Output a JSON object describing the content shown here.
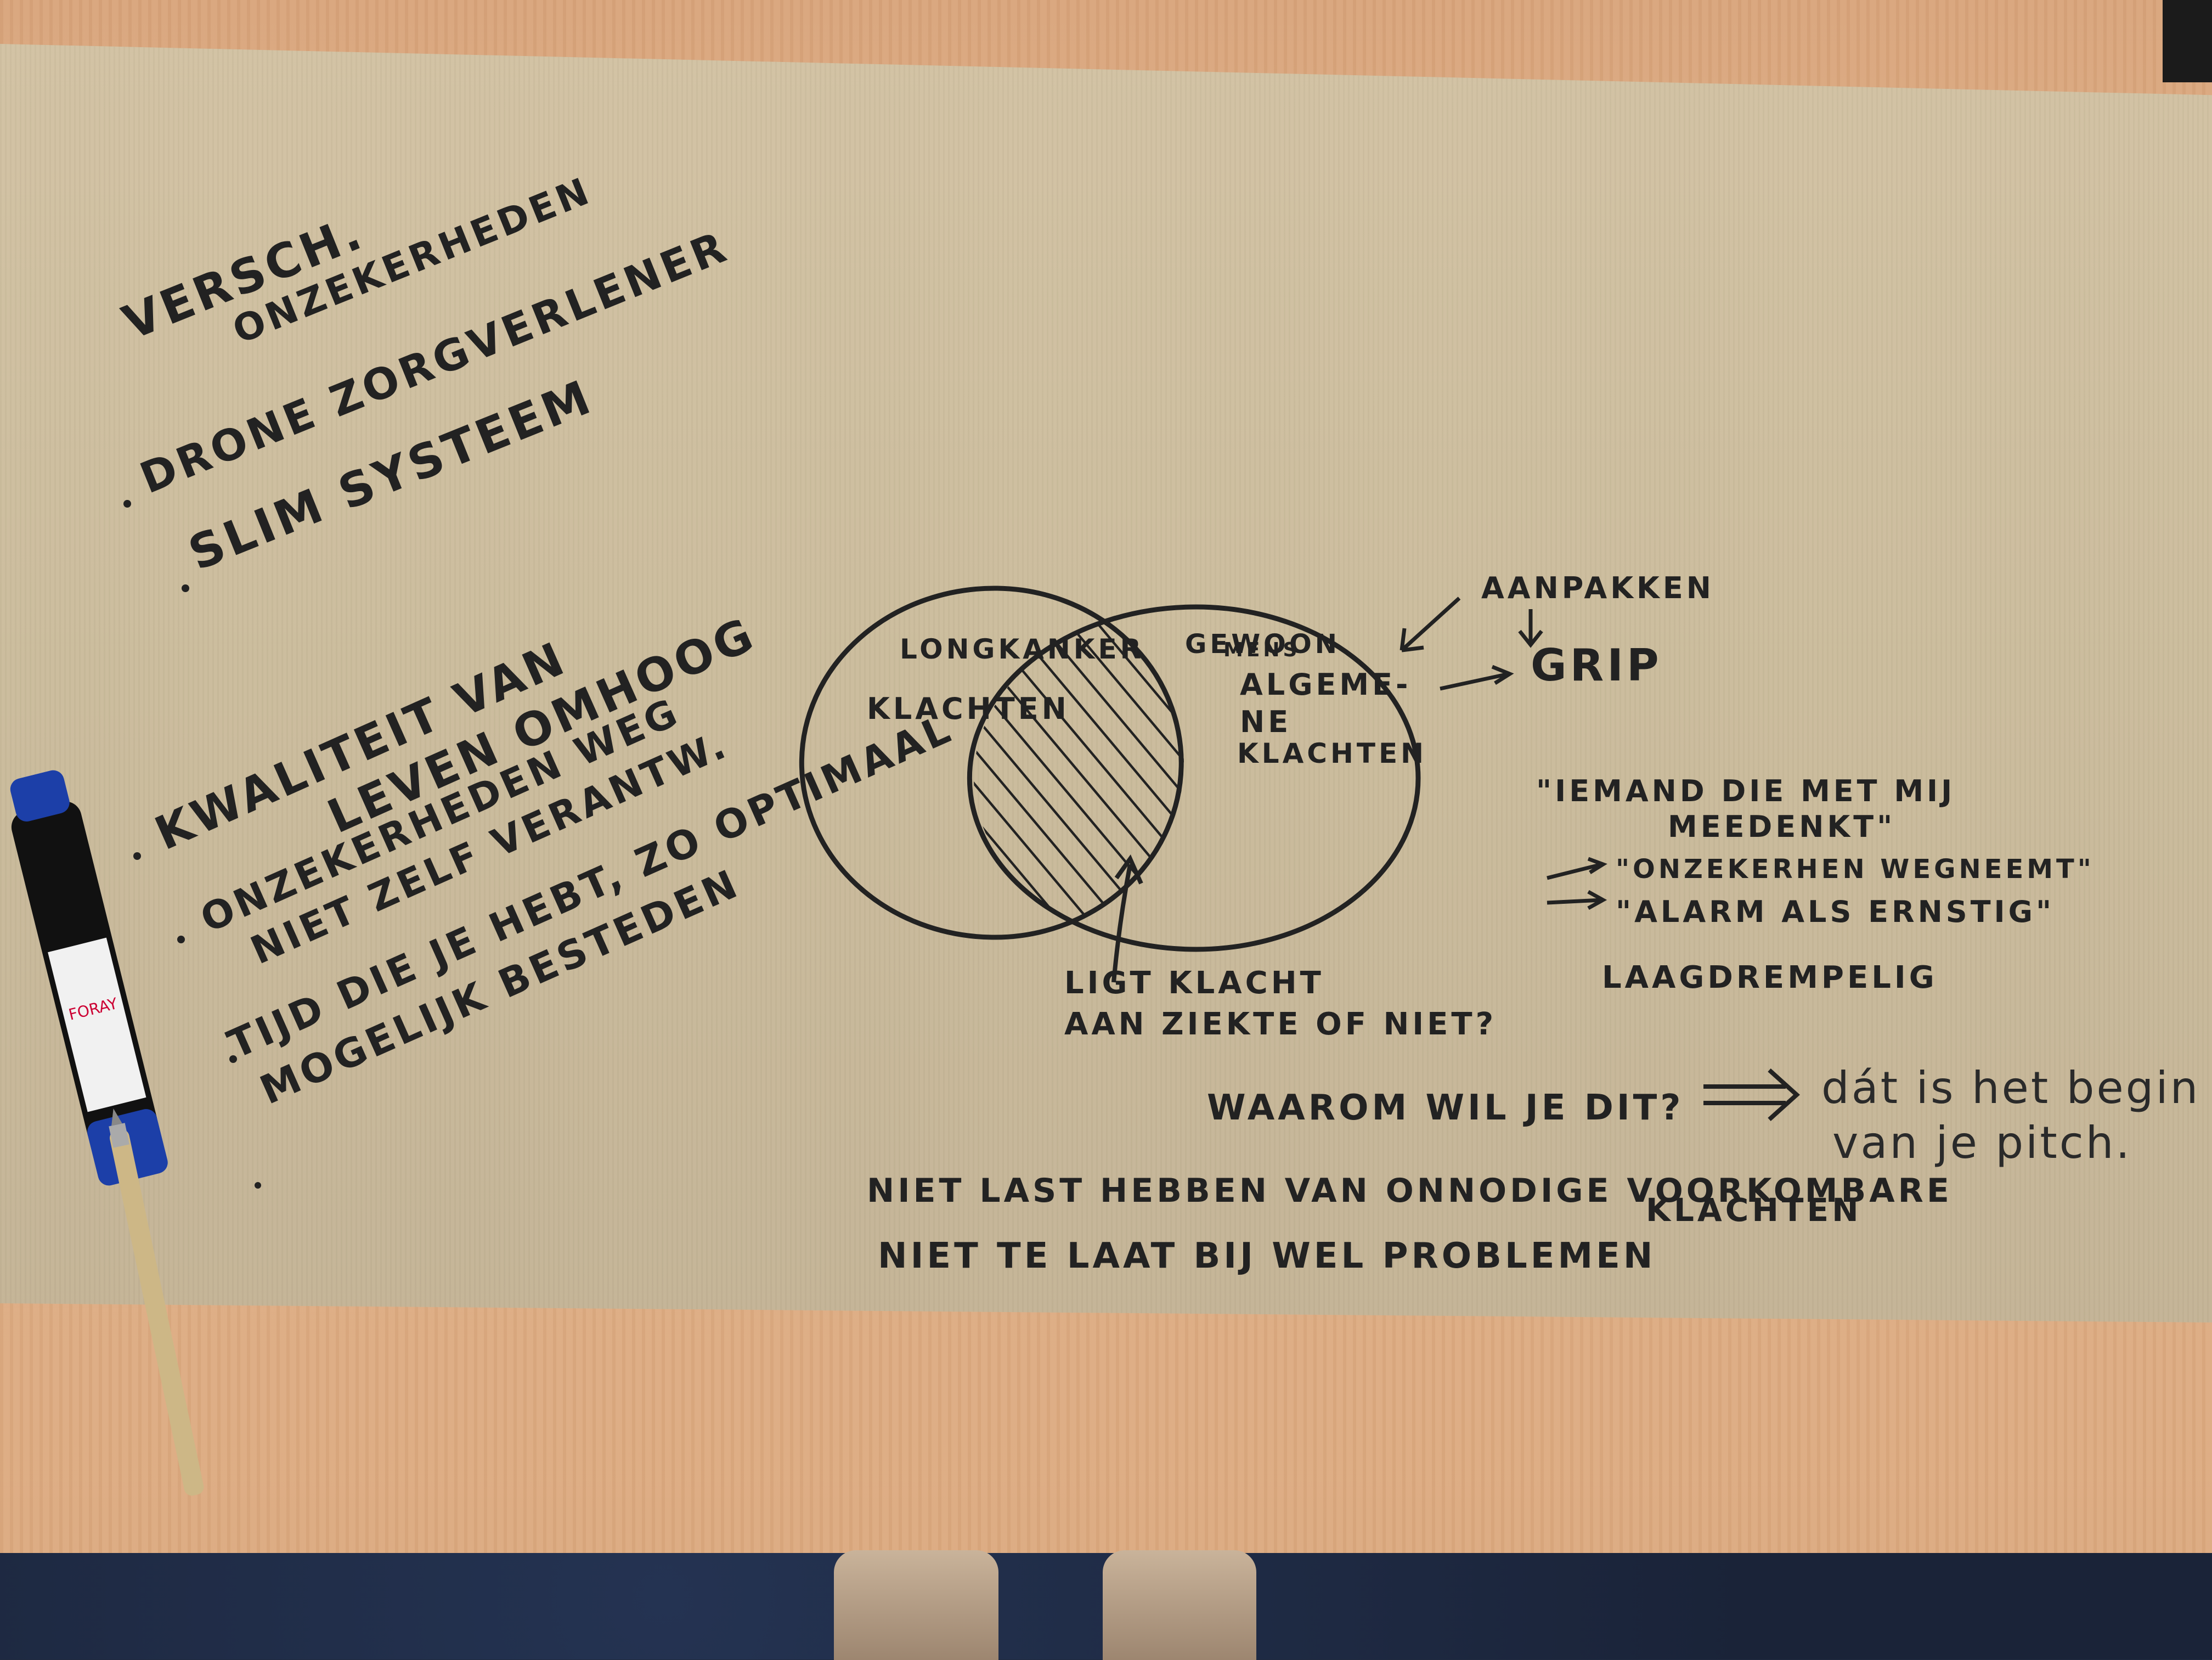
{
  "notes_left": {
    "title_line1": "VERSCH.",
    "title_line2": "ONZEKERHEDEN",
    "bullets_top": [
      "DRONE ZORGVERLENER",
      "SLIM SYSTEEM"
    ],
    "bullet_1_line1": "KWALITEIT VAN",
    "bullet_1_line2": "LEVEN OMHOOG",
    "bullet_2_line1": "ONZEKERHEDEN WEG",
    "bullet_2_line2": "NIET ZELF VERANTW.",
    "bullet_3_line1": "TIJD DIE JE HEBT, ZO OPTIMAAL",
    "bullet_3_line2": "MOGELIJK BESTEDEN"
  },
  "venn": {
    "left_label_1": "LONGKANKER",
    "left_label_2": "KLACHTEN",
    "right_label_1": "GEWOON",
    "right_label_2": "MENS",
    "right_label_3": "ALGEME-",
    "right_label_4": "NE",
    "right_label_5": "KLACHTEN",
    "overlap_note_1": "LIGT KLACHT",
    "overlap_note_2": "AAN ZIEKTE OF NIET?"
  },
  "notes_right": {
    "aanpakken": "AANPAKKEN",
    "grip": "GRIP",
    "quote_1_line1": "\"IEMAND DIE MET MIJ",
    "quote_1_line2": "MEEDENKT\"",
    "quote_2": "\"ONZEKERHEN WEGNEEMT\"",
    "quote_3": "\"ALARM ALS ERNSTIG\"",
    "laagdrempelig": "LAAGDREMPELIG"
  },
  "bottom": {
    "question": "WAAROM WIL JE DIT?",
    "answer_line1": "dát is het begin",
    "answer_line2": "van je pitch.",
    "line1": "NIET LAST HEBBEN VAN ONNODIGE VOORKOMBARE",
    "line1_cont": "KLACHTEN",
    "line2": "NIET TE LAAT BIJ WEL PROBLEMEN"
  },
  "marker_brand": "FORAY"
}
